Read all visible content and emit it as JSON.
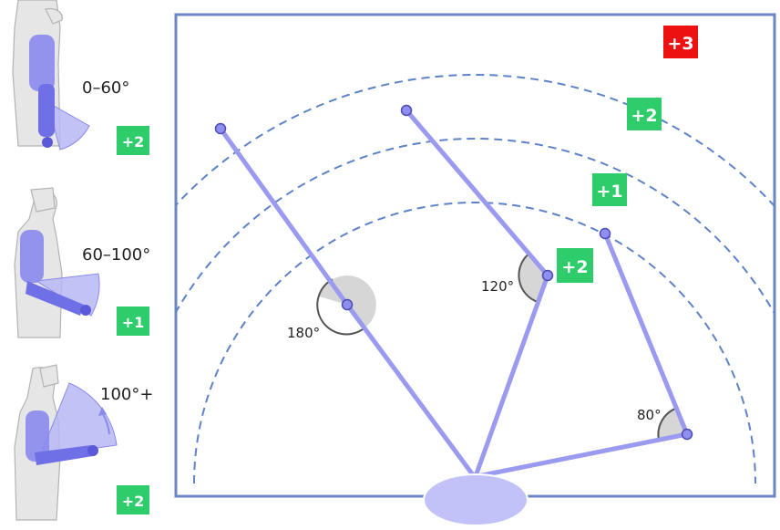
{
  "colors": {
    "frame": "#6b86c4",
    "arc": "#5e82c8",
    "arm_line": "#9a9af0",
    "point_fill": "#8f8ff2",
    "point_stroke": "#4b4bb0",
    "angle_fill": "#d6d6d6",
    "angle_stroke": "#555555",
    "shoulder_ellipse": "#c2c2f8",
    "badge_green": "#2ecc6a",
    "badge_red": "#ee1111",
    "body_gray": "#e6e6e6",
    "body_outline": "#b3b3b3",
    "arm_blue": "#8a8aee",
    "sector_blue": "#b7b7f5"
  },
  "legend": [
    {
      "range": "0–60°",
      "score": "+2"
    },
    {
      "range": "60–100°",
      "score": "+1"
    },
    {
      "range": "100°+",
      "score": "+2"
    }
  ],
  "zones": [
    {
      "score": "+1",
      "color": "green"
    },
    {
      "score": "+2",
      "color": "green"
    },
    {
      "score": "+3",
      "color": "red"
    }
  ],
  "angles": [
    {
      "label": "180°"
    },
    {
      "label": "120°"
    },
    {
      "label": "80°"
    }
  ],
  "elbow_badge": {
    "score": "+2"
  }
}
